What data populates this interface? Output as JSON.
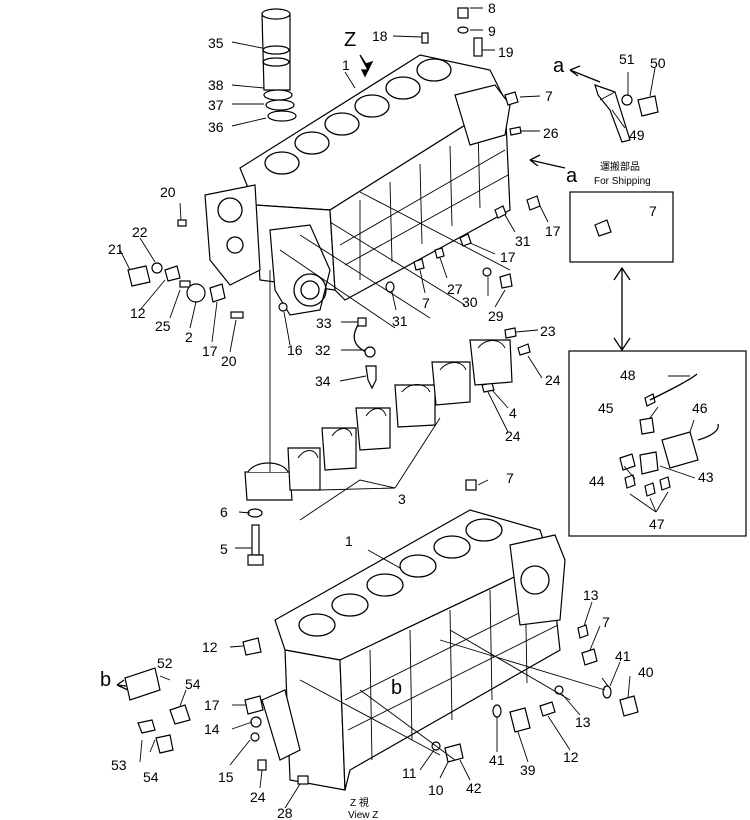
{
  "labels": {
    "view_letter": "Z",
    "arrow_a_top": "a",
    "arrow_a_right": "a",
    "arrow_b": "b",
    "letter_b_block": "b",
    "shipping_jp": "運搬部品",
    "shipping_en": "For Shipping",
    "view_z_jp": "Z 視",
    "view_z_en": "View Z"
  },
  "callouts": [
    "1",
    "2",
    "3",
    "4",
    "5",
    "6",
    "7",
    "8",
    "9",
    "10",
    "11",
    "12",
    "13",
    "14",
    "15",
    "16",
    "17",
    "18",
    "19",
    "20",
    "21",
    "22",
    "23",
    "24",
    "25",
    "26",
    "27",
    "28",
    "29",
    "30",
    "31",
    "32",
    "33",
    "34",
    "35",
    "36",
    "37",
    "38",
    "39",
    "40",
    "41",
    "42",
    "43",
    "44",
    "45",
    "46",
    "47",
    "48",
    "49",
    "50",
    "51",
    "52",
    "53",
    "54"
  ]
}
